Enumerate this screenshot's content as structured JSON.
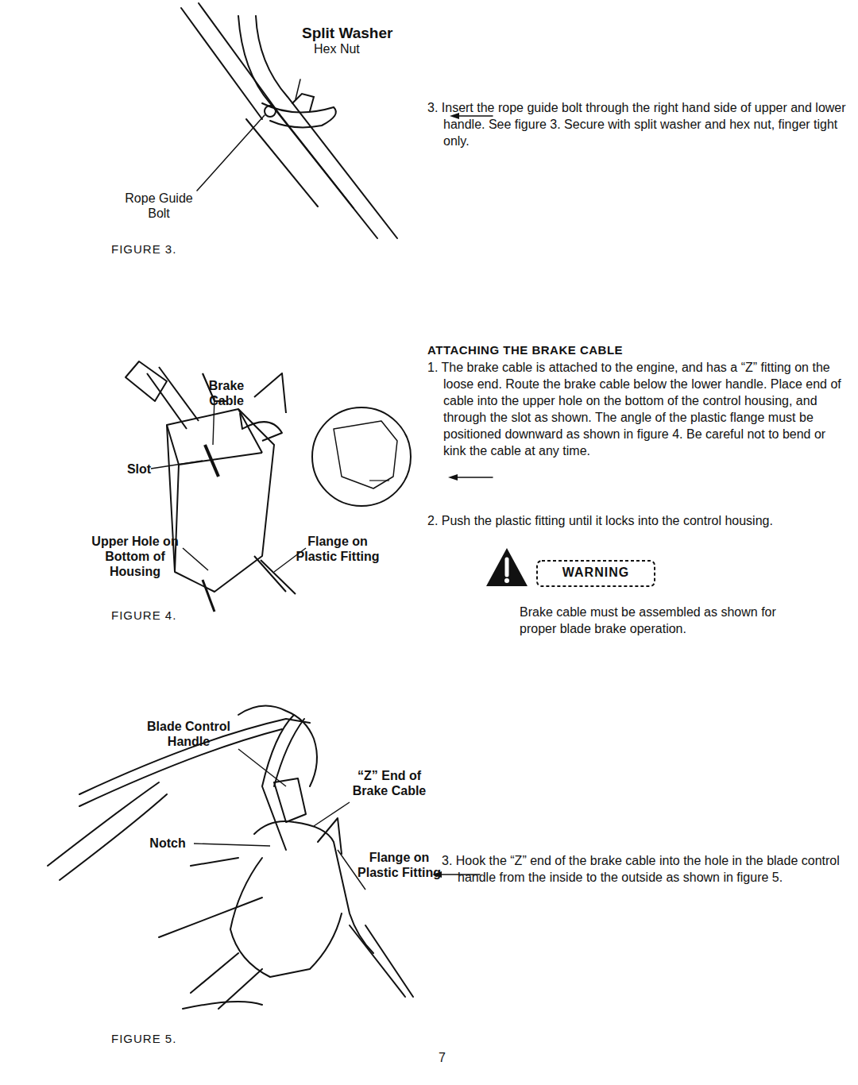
{
  "diagram": {
    "labels": [
      "Split Washer",
      "Hex Nut",
      "Rope Guide Bolt",
      "FIGURE 3.",
      "3. Insert the rope guide bolt through the right hand side of upper and lower handle. See figure 3. Secure with split washer and hex nut, finger tight only.",
      "ATTACHING THE BRAKE CABLE",
      "1. The brake cable is attached to the engine, and has a “Z” fitting on the loose end. Route the brake cable below the lower handle. Place end of cable into the upper hole on the bottom of the control housing, and through the slot as shown. The angle of the plastic flange must be positioned downward as shown in figure 4. Be careful not to bend or kink the cable at any time.",
      "2. Push the plastic fitting until it locks into the control housing.",
      "WARNING",
      "Brake cable must be assembled as shown for proper blade brake operation.",
      "Brake Cable",
      "Slot",
      "Upper Hole on Bottom of Housing",
      "Flange on Plastic Fitting",
      "FIGURE 4.",
      "Blade Control Handle",
      "“Z” End of Brake Cable",
      "Notch",
      "Flange on Plastic Fitting",
      "FIGURE 5.",
      "3. Hook the “Z” end of the brake cable into the hole in the blade control handle from the inside to the outside as shown in figure 5.",
      "7"
    ]
  }
}
